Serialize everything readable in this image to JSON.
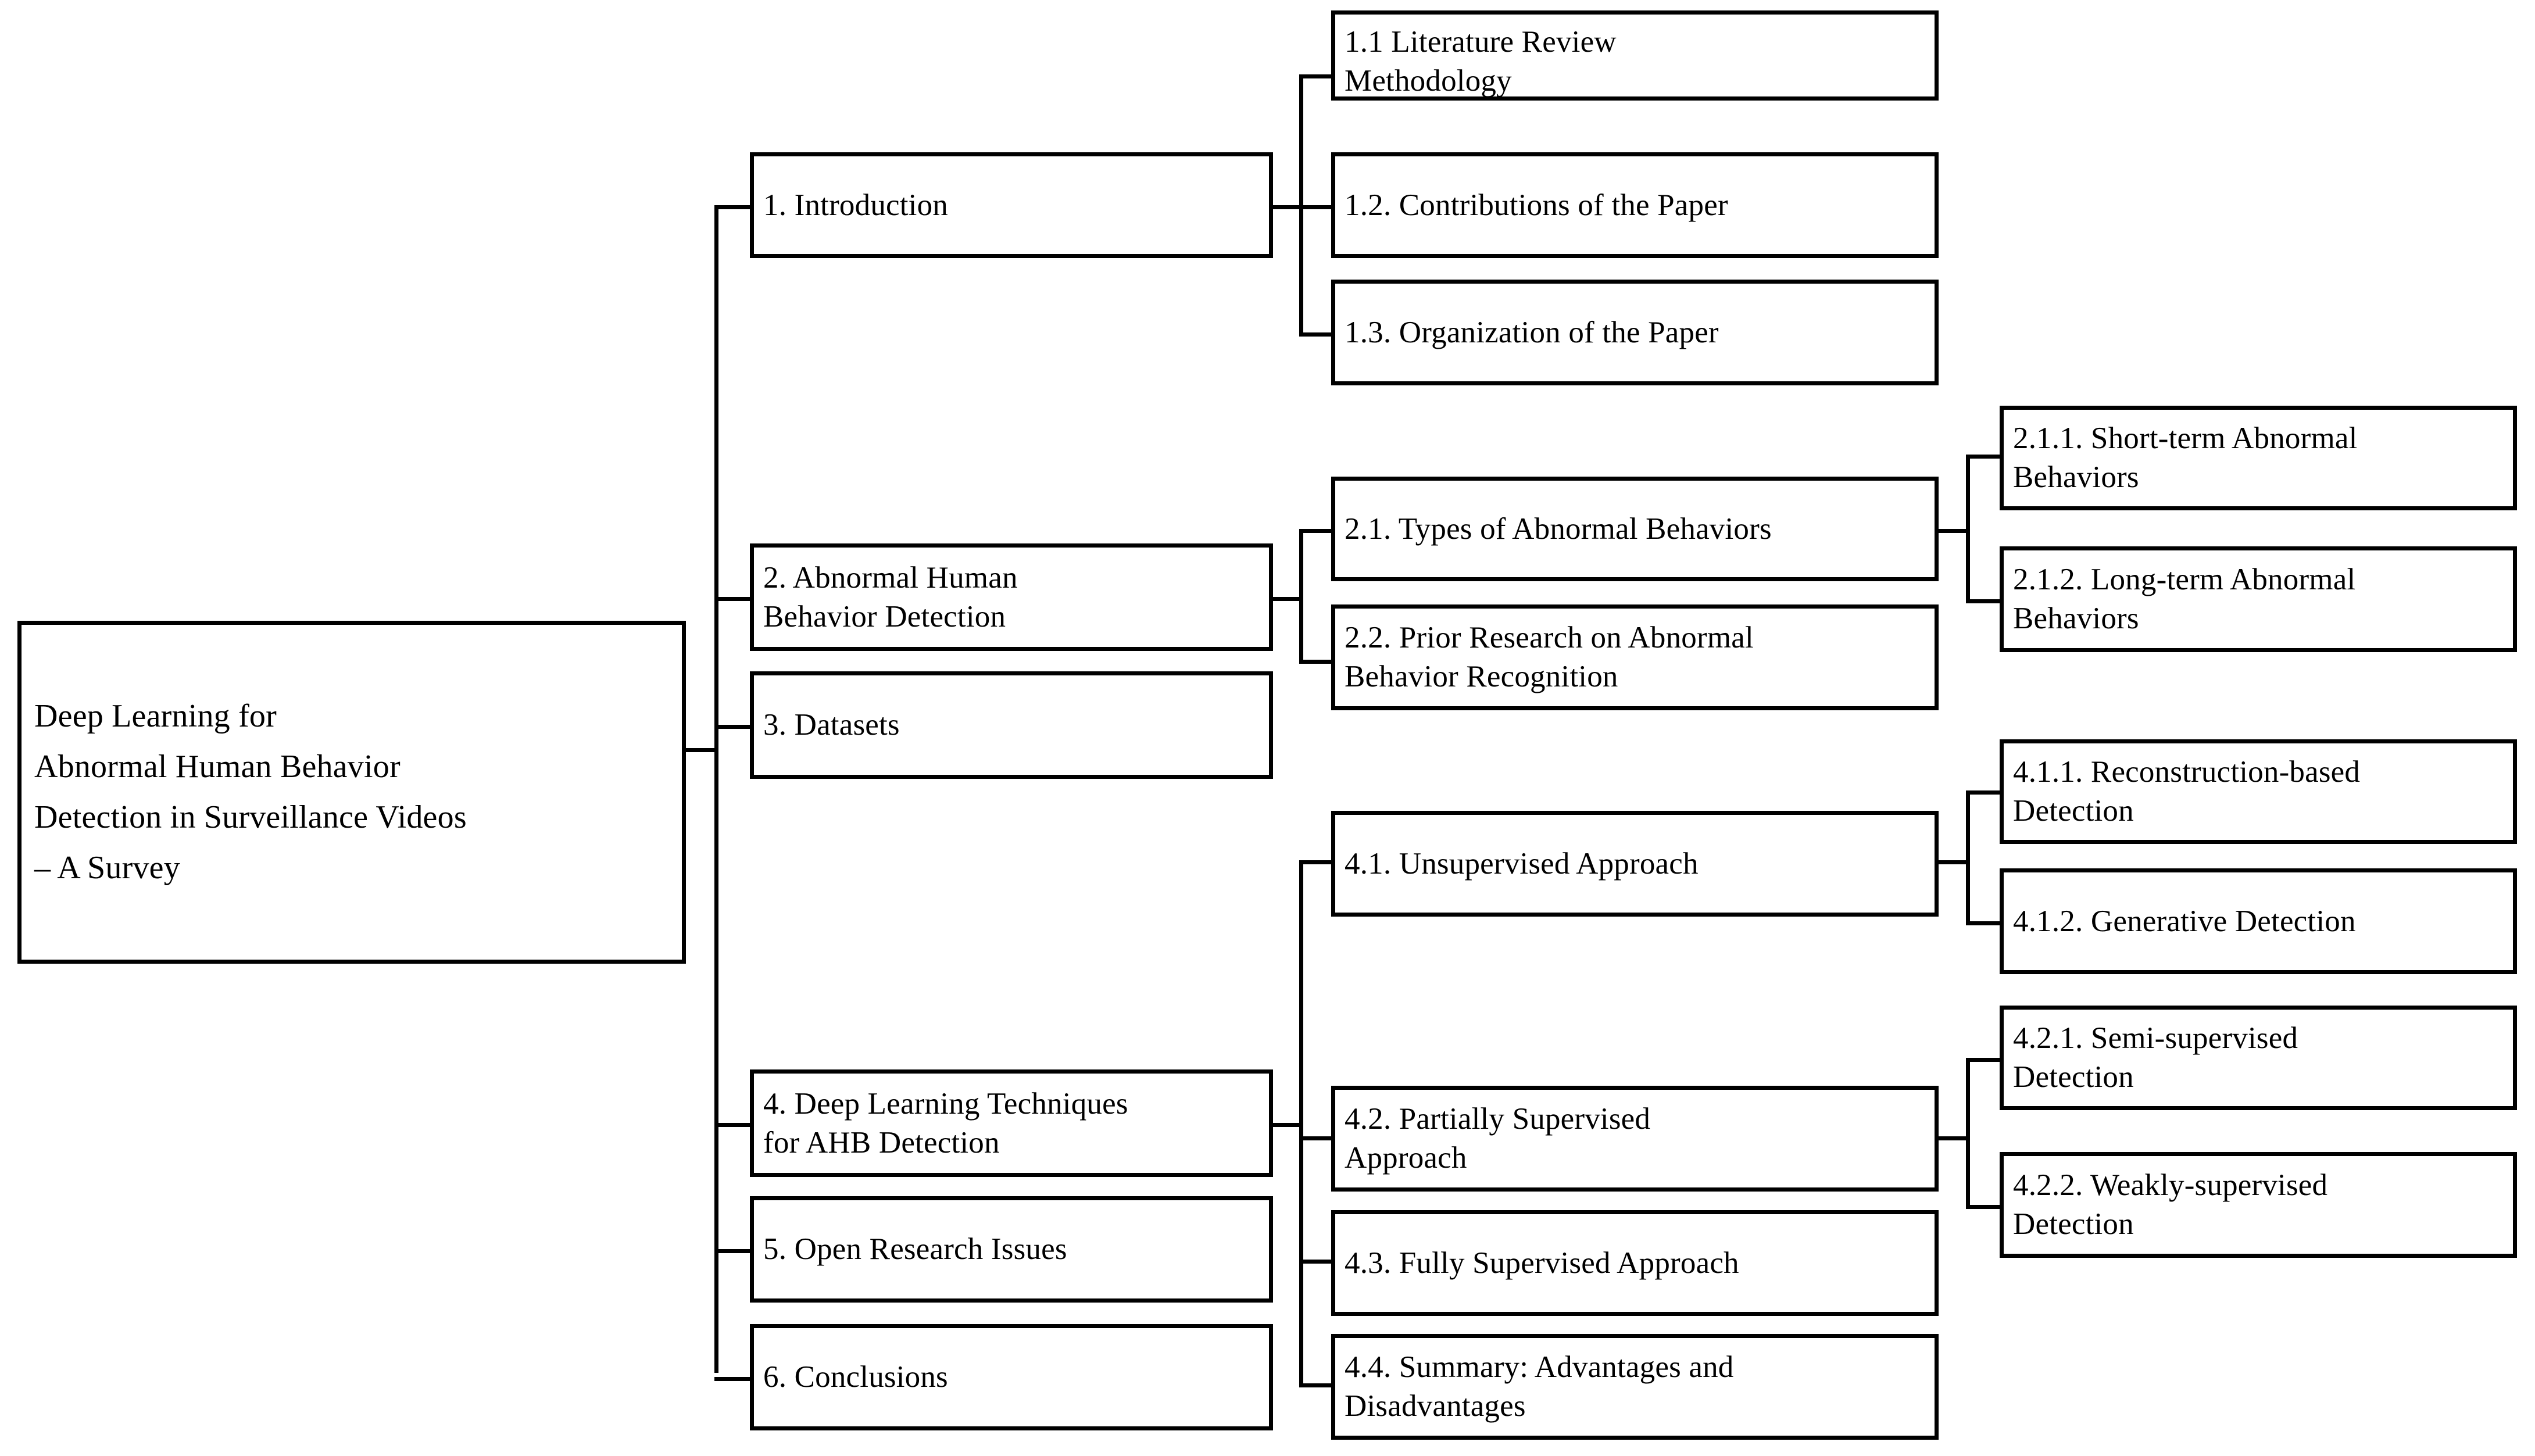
{
  "diagram": {
    "type": "tree",
    "orientation": "left-to-right",
    "title_node": {
      "id": "root",
      "text": "Deep Learning for\nAbnormal Human Behavior\nDetection in Surveillance Videos\n– A Survey"
    },
    "level1": [
      {
        "id": "s1",
        "text": "1. Introduction"
      },
      {
        "id": "s2",
        "text": "2. Abnormal Human\nBehavior Detection"
      },
      {
        "id": "s3",
        "text": "3. Datasets"
      },
      {
        "id": "s4",
        "text": "4. Deep Learning Techniques\nfor AHB Detection"
      },
      {
        "id": "s5",
        "text": "5. Open Research Issues"
      },
      {
        "id": "s6",
        "text": "6. Conclusions"
      }
    ],
    "level2": [
      {
        "id": "s1_1",
        "parent": "s1",
        "text": "1.1 Literature Review\nMethodology"
      },
      {
        "id": "s1_2",
        "parent": "s1",
        "text": "1.2. Contributions of the Paper"
      },
      {
        "id": "s1_3",
        "parent": "s1",
        "text": "1.3. Organization of the Paper"
      },
      {
        "id": "s2_1",
        "parent": "s2",
        "text": "2.1. Types of Abnormal Behaviors"
      },
      {
        "id": "s2_2",
        "parent": "s2",
        "text": "2.2. Prior Research on Abnormal\nBehavior Recognition"
      },
      {
        "id": "s4_1",
        "parent": "s4",
        "text": "4.1. Unsupervised Approach"
      },
      {
        "id": "s4_2",
        "parent": "s4",
        "text": "4.2. Partially Supervised\nApproach"
      },
      {
        "id": "s4_3",
        "parent": "s4",
        "text": "4.3. Fully Supervised Approach"
      },
      {
        "id": "s4_4",
        "parent": "s4",
        "text": "4.4. Summary: Advantages and\nDisadvantages"
      }
    ],
    "level3": [
      {
        "id": "s2_1_1",
        "parent": "s2_1",
        "text": "2.1.1. Short-term Abnormal\nBehaviors"
      },
      {
        "id": "s2_1_2",
        "parent": "s2_1",
        "text": "2.1.2. Long-term Abnormal\nBehaviors"
      },
      {
        "id": "s4_1_1",
        "parent": "s4_1",
        "text": "4.1.1. Reconstruction-based\nDetection"
      },
      {
        "id": "s4_1_2",
        "parent": "s4_1",
        "text": "4.1.2. Generative Detection"
      },
      {
        "id": "s4_2_1",
        "parent": "s4_2",
        "text": "4.2.1. Semi-supervised\nDetection"
      },
      {
        "id": "s4_2_2",
        "parent": "s4_2",
        "text": "4.2.2. Weakly-supervised\nDetection"
      }
    ],
    "colors": {
      "border": "#000000",
      "background": "#ffffff",
      "text": "#000000",
      "connector": "#000000"
    }
  }
}
